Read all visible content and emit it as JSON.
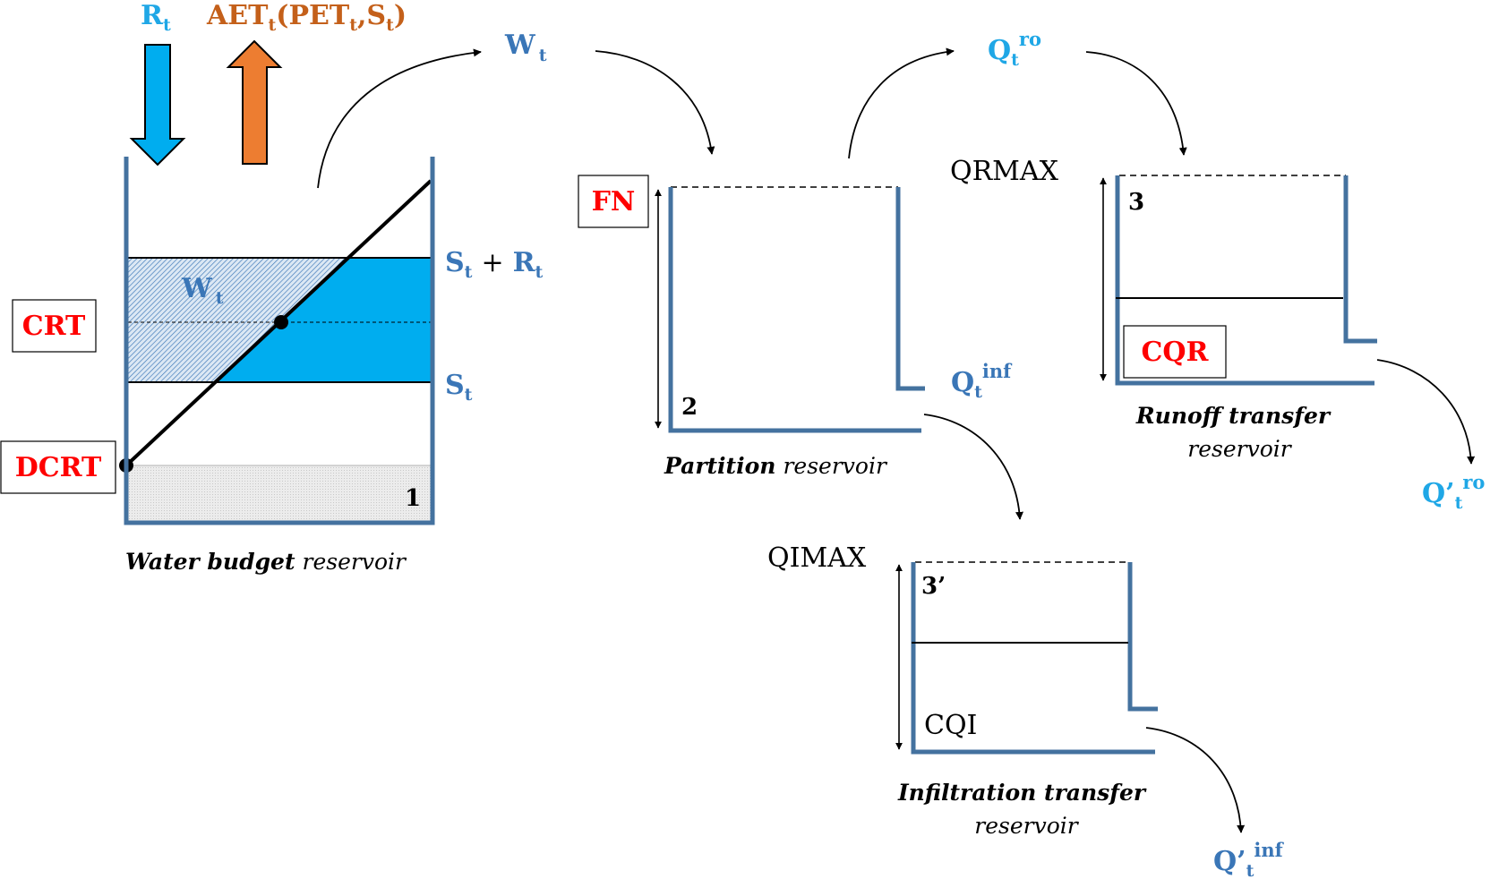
{
  "diagram": {
    "colors": {
      "wall": "#44729f",
      "water": "#00adef",
      "hatch": "#3a76b7",
      "rain_arrow": "#00adef",
      "aet_arrow": "#ed7d31",
      "param_red": "#ff0000",
      "flux_blue": "#3a76b7",
      "flux_cyan": "#1fa7e6"
    },
    "inputs": {
      "rain": {
        "base": "R",
        "sub": "t"
      },
      "aet": {
        "base": "AET",
        "sub": "t",
        "args_open": "(PET",
        "args_sub1": "t",
        "args_mid": ",S",
        "args_sub2": "t",
        "args_close": ")"
      }
    },
    "water_budget": {
      "number": "1",
      "caption_bold": "Water budget",
      "caption_rest": "reservoir",
      "param_crt": "CRT",
      "param_dcrt": "DCRT",
      "inner_label": {
        "base": "W",
        "sub": "t"
      },
      "level_top": {
        "base1": "S",
        "sub1": "t",
        "op": "+",
        "base2": "R",
        "sub2": "t"
      },
      "level_bottom": {
        "base": "S",
        "sub": "t"
      }
    },
    "flux_w": {
      "base": "W",
      "sub": "t"
    },
    "partition": {
      "number": "2",
      "caption_bold": "Partition",
      "caption_rest": "reservoir",
      "param_fn": "FN",
      "outflow": {
        "base": "Q",
        "sub": "t",
        "sup": "inf"
      }
    },
    "flux_runoff": {
      "base": "Q",
      "sub": "t",
      "sup": "ro"
    },
    "runoff_transfer": {
      "number": "3",
      "caption_bold": "Runoff transfer",
      "caption_rest": "reservoir",
      "max_label": "QRMAX",
      "param_cqr": "CQR",
      "outflow": {
        "base": "Q’",
        "sub": "t",
        "sup": "ro"
      }
    },
    "infiltration_transfer": {
      "number": "3’",
      "caption_bold": "Infiltration transfer",
      "caption_rest": "reservoir",
      "max_label": "QIMAX",
      "param_cqi": "CQI",
      "outflow": {
        "base": "Q’",
        "sub": "t",
        "sup": "inf"
      }
    }
  }
}
